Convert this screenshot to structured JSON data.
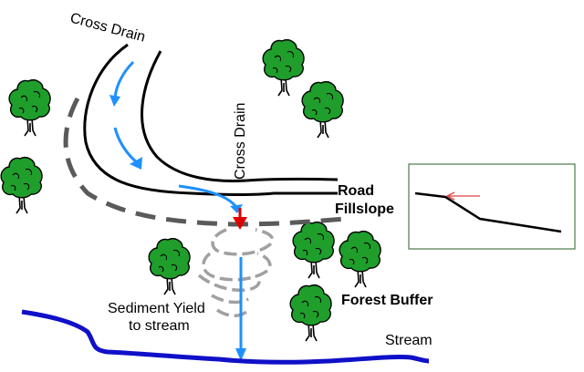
{
  "labels": {
    "cross_drain_top": "Cross Drain",
    "cross_drain_vertical": "Cross Drain",
    "road": "Road",
    "fillslope": "Fillslope",
    "sediment_line1": "Sediment Yield",
    "sediment_line2": "to stream",
    "forest_buffer": "Forest Buffer",
    "stream": "Stream"
  },
  "colors": {
    "road_edge": "#000000",
    "fillslope_toe": "#5a5a5a",
    "flow_arrow": "#1e90ff",
    "outlet_arrow": "#e00000",
    "sediment_plume": "#a0a0a0",
    "stream": "#1010c8",
    "tree_foliage": "#1f9e2b",
    "inset_border": "#4a7a4a",
    "inset_arrow": "#e04040"
  },
  "icons": [
    "tree-icon",
    "road-profile-inset"
  ]
}
